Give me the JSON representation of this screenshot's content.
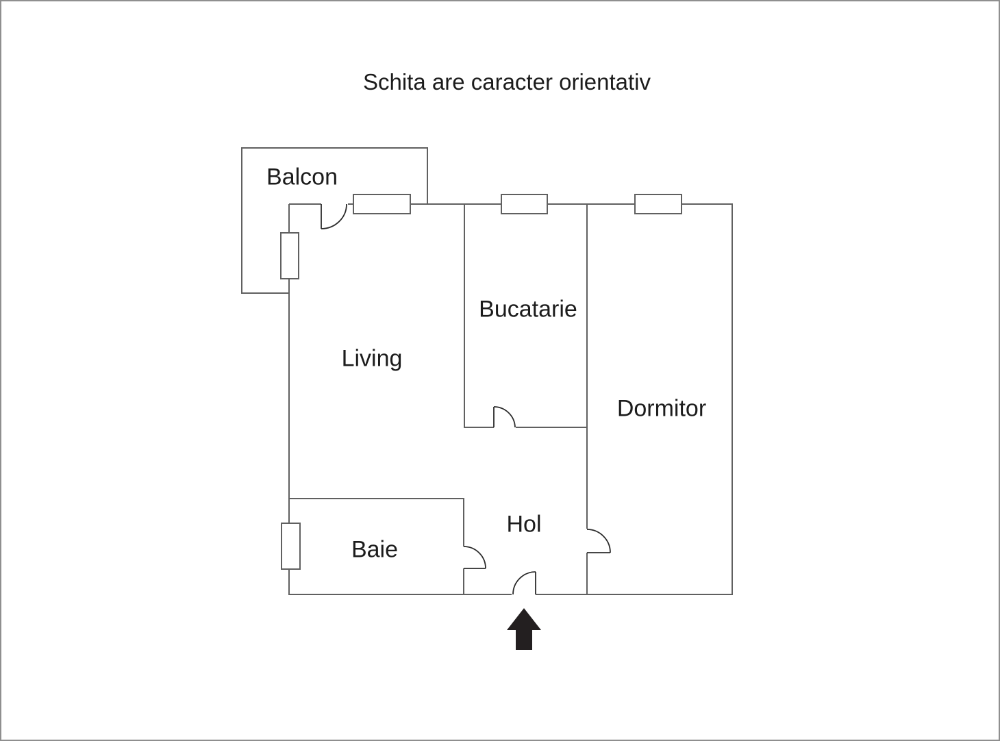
{
  "title": "Schita are caracter orientativ",
  "rooms": {
    "balcon": "Balcon",
    "living": "Living",
    "bucatarie": "Bucatarie",
    "dormitor": "Dormitor",
    "baie": "Baie",
    "hol": "Hol"
  },
  "icons": {
    "entrance_arrow": "black-up-arrow"
  },
  "colors": {
    "wall": "#606060",
    "door": "#2b2b2b",
    "text": "#1c1c1c",
    "arrow": "#231f20",
    "background": "#ffffff",
    "page_border": "#8f8f8f"
  }
}
